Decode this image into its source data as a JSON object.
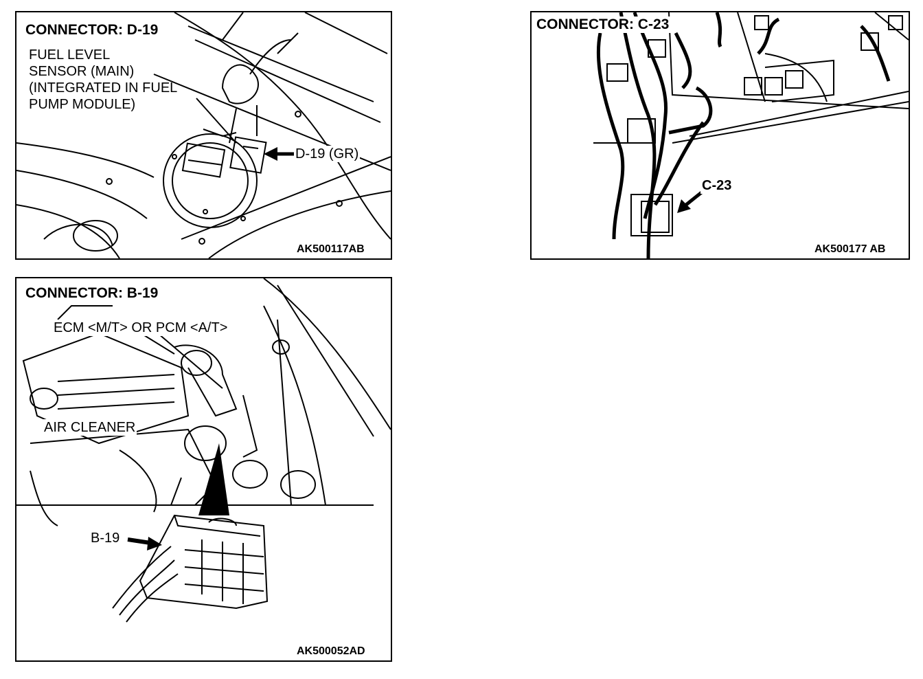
{
  "panels": [
    {
      "title": "CONNECTOR: D-19",
      "component_label": "FUEL LEVEL\nSENSOR (MAIN)\n(INTEGRATED IN FUEL\nPUMP MODULE)",
      "connector_label": "D-19 (GR)",
      "figure_code": "AK500117AB"
    },
    {
      "title": "CONNECTOR: C-23",
      "connector_label": "C-23",
      "figure_code": "AK500177 AB"
    },
    {
      "title": "CONNECTOR: B-19",
      "component_label": "ECM <M/T> OR PCM <A/T>",
      "secondary_label": "AIR CLEANER",
      "connector_label": "B-19",
      "figure_code": "AK500052AD"
    }
  ]
}
